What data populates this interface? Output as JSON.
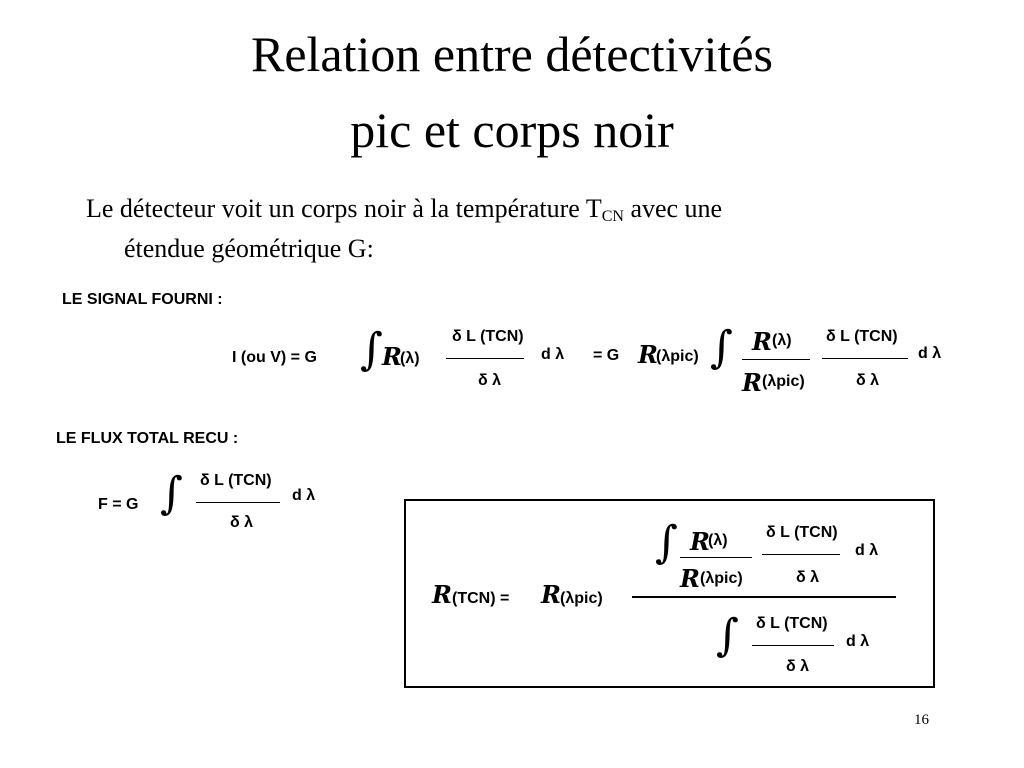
{
  "title": {
    "line1": "Relation entre détectivités",
    "line2": "pic et corps noir"
  },
  "intro": {
    "text_before": "Le détecteur voit un corps noir à la température T",
    "subscript": "CN",
    "text_after": " avec une",
    "line2": "étendue géométrique G:"
  },
  "section_signal": {
    "heading": "LE SIGNAL FOURNI :",
    "lhs": "I (ou  V) = G",
    "R_symbol": "R",
    "lambda_arg": "(λ)",
    "numerator": "δ L (TCN)",
    "denominator": "δ λ",
    "dlambda": "d λ",
    "eq_G": "= G",
    "lambda_pic_arg": "(λpic)"
  },
  "section_flux": {
    "heading": "LE FLUX TOTAL RECU :",
    "lhs": "F = G",
    "numerator": "δ L (TCN)",
    "denominator": "δ λ",
    "dlambda": "d λ"
  },
  "boxed_formula": {
    "lhs_arg": "(TCN) =",
    "factor_arg": "(λpic)",
    "numerator_ratio_top": "(λ)",
    "numerator_ratio_bottom": "(λpic)",
    "frac_top": "δ L (TCN)",
    "frac_bottom": "δ λ",
    "dlambda": "d λ"
  },
  "page_number": "16"
}
